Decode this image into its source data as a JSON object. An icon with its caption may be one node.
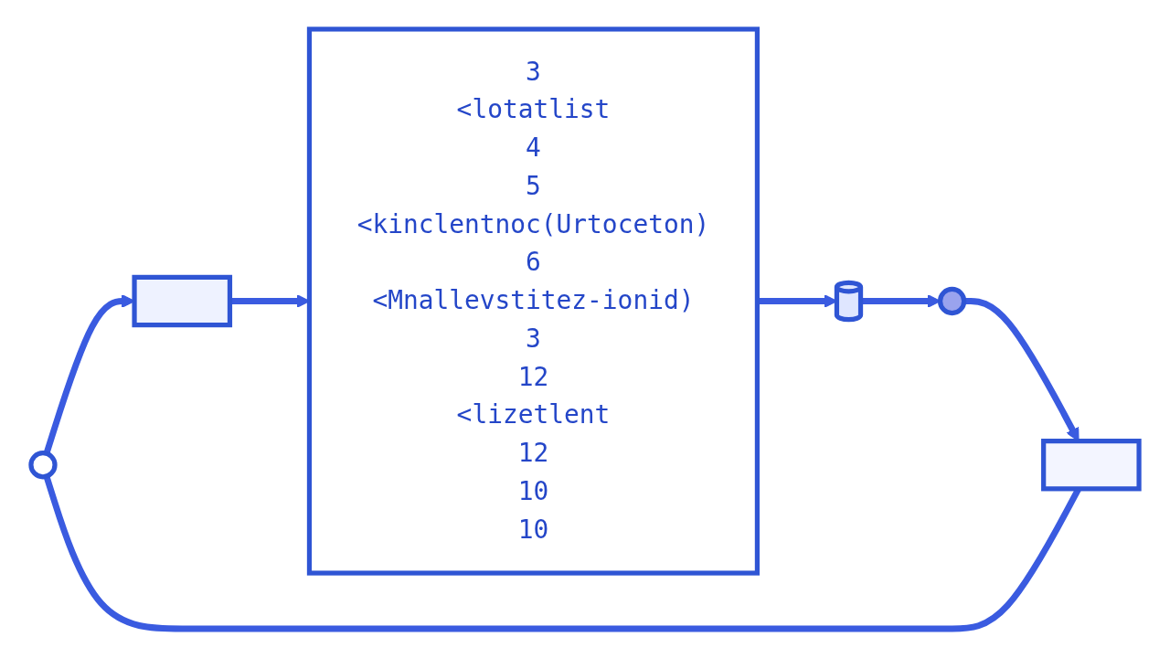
{
  "diagram": {
    "nodes": [
      {
        "text": [],
        "shape": "box"
      },
      {
        "text": [
          "3",
          "<lotatlist",
          "4",
          "5",
          "<kinclentnoc(Urtoceton)",
          "6",
          "<Mnallevstitez-ionid)",
          "3",
          "12",
          "<lizetlent",
          "12",
          "10",
          "10"
        ]
      },
      {
        "text": [],
        "shape": "cylinder"
      },
      {
        "text": [],
        "shape": "circle"
      },
      {
        "text": [],
        "shape": "box"
      },
      {
        "text": [],
        "shape": "circle"
      }
    ],
    "edges": [
      {
        "from": 0,
        "to": 1,
        "arrow": "to"
      },
      {
        "from": 1,
        "to": 2,
        "arrow": "to"
      },
      {
        "from": 2,
        "to": 3,
        "arrow": "to"
      },
      {
        "from": 3,
        "to": 4,
        "arrow": "to"
      },
      {
        "from": 5,
        "to": 4,
        "arrow": "none"
      },
      {
        "from": 5,
        "to": 0,
        "arrow": "to"
      }
    ]
  }
}
